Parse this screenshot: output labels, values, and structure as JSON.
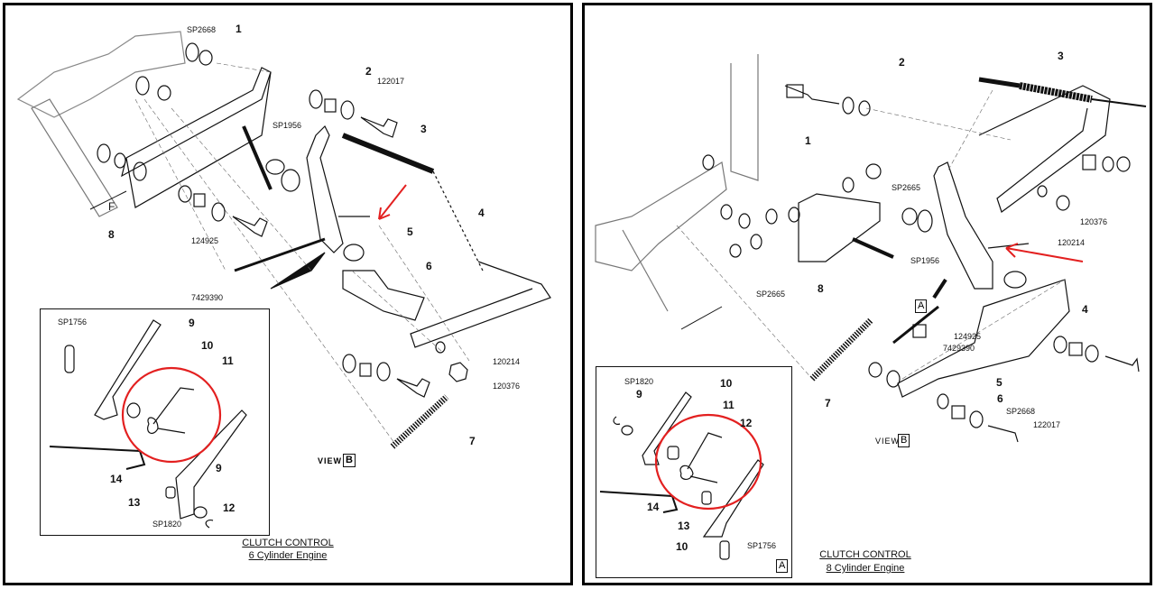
{
  "left": {
    "title": "CLUTCH  CONTROL",
    "subtitle": "6 Cylinder Engine",
    "view_label": "VIEW",
    "view_box": "B",
    "direction": "F",
    "labels": [
      "SP2668",
      "1",
      "2",
      "122017",
      "SP1956",
      "3",
      "4",
      "5",
      "6",
      "8",
      "124925",
      "7429390",
      "120214",
      "120376",
      "7"
    ],
    "inset_labels": [
      "SP1756",
      "9",
      "10",
      "11",
      "9",
      "14",
      "13",
      "SP1820",
      "12"
    ]
  },
  "right": {
    "title": "CLUTCH  CONTROL",
    "subtitle": "8  Cylinder Engine",
    "view_label": "VIEW",
    "view_box": "B",
    "section_box": "A",
    "inset_box": "A",
    "labels": [
      "2",
      "3",
      "1",
      "SP2665",
      "120376",
      "120214",
      "SP1956",
      "8",
      "SP2665",
      "4",
      "124925",
      "7429390",
      "7",
      "5",
      "6",
      "SP2668",
      "122017"
    ],
    "inset_labels": [
      "SP1820",
      "9",
      "10",
      "11",
      "12",
      "14",
      "13",
      "10",
      "SP1756"
    ]
  },
  "colors": {
    "annotation": "#e32020",
    "line": "#111111"
  }
}
